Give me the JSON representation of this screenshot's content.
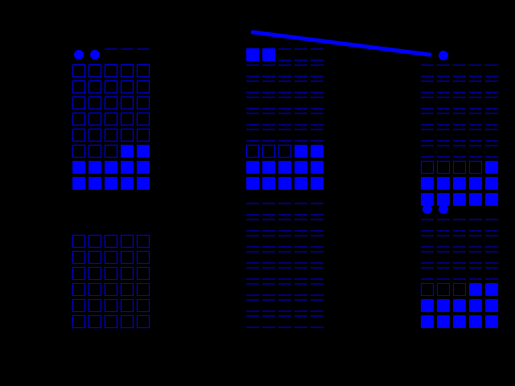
{
  "theme": {
    "background": "#000000",
    "accent": "#0000ff"
  },
  "grids": [
    {
      "id": "top-left",
      "rows": [
        "dot",
        "empty",
        "empty",
        "empty",
        "empty",
        "empty",
        "partial",
        "full",
        "full"
      ],
      "filled_in_partial": 2,
      "dots": 2
    },
    {
      "id": "top-middle",
      "rows": [
        "dash",
        "dash",
        "dash",
        "dash",
        "dash",
        "dash",
        "partial",
        "full",
        "full"
      ],
      "filled_in_partial": 2,
      "top_filled": 2
    },
    {
      "id": "top-right",
      "rows": [
        "dash",
        "dash",
        "dash",
        "dash",
        "dash",
        "dash",
        "partial",
        "full",
        "full"
      ],
      "filled_in_partial": 1
    },
    {
      "id": "bottom-left",
      "rows": [
        "empty",
        "empty",
        "empty",
        "empty",
        "empty",
        "empty"
      ]
    },
    {
      "id": "bottom-middle",
      "rows": [
        "dash",
        "dash",
        "dash",
        "dash",
        "dash",
        "dash",
        "dash",
        "dash"
      ]
    },
    {
      "id": "bottom-right",
      "rows": [
        "dot",
        "dash",
        "dash",
        "dash",
        "dash",
        "partial",
        "full",
        "full"
      ],
      "filled_in_partial": 2,
      "dots": 2
    }
  ],
  "connector": {
    "from": "top-middle",
    "to": "top-right"
  }
}
